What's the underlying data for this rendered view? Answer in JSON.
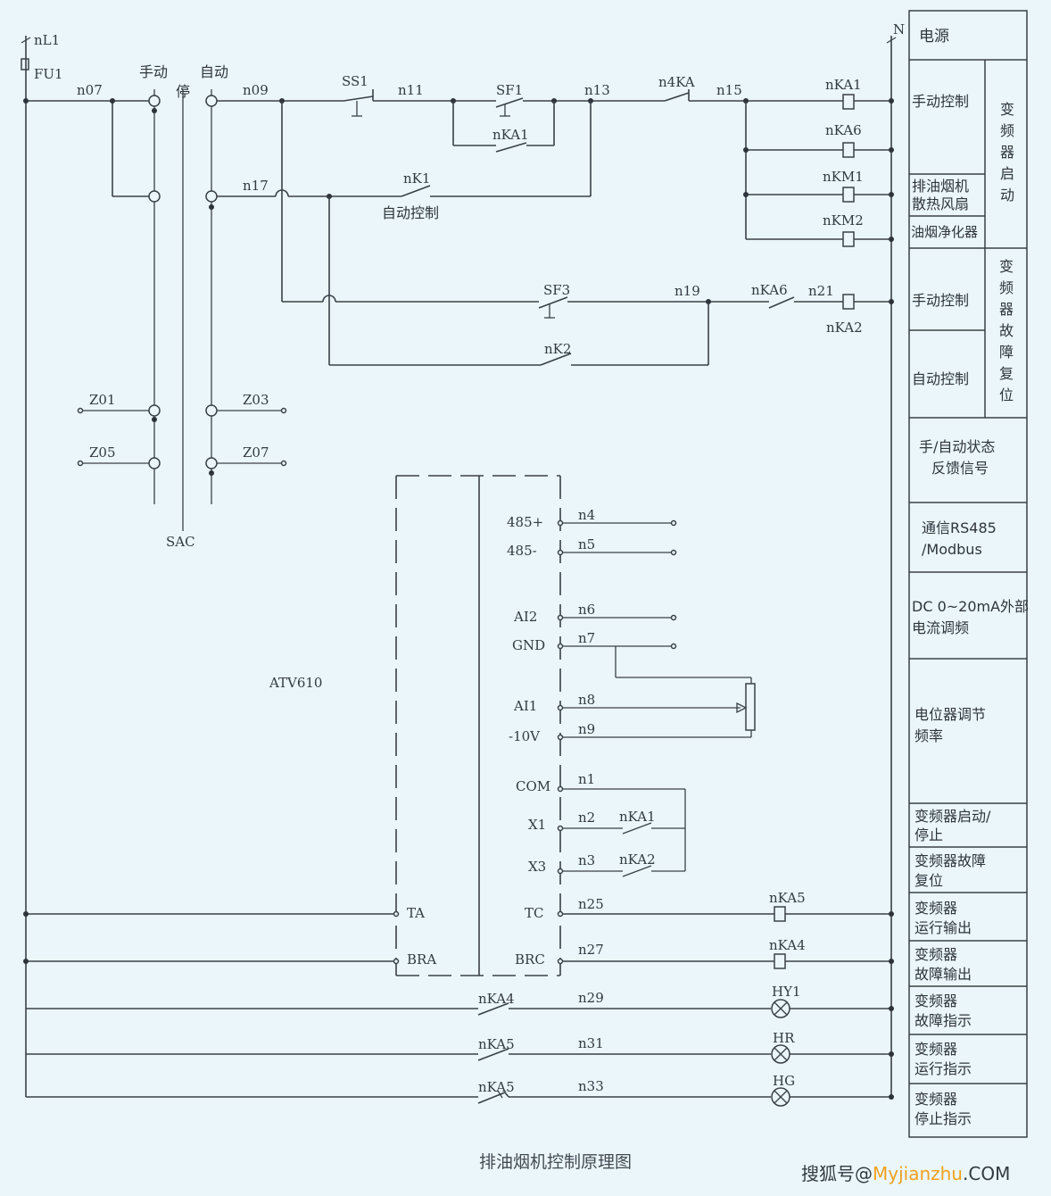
{
  "supply": {
    "phase": "nL1",
    "fuse": "FU1",
    "neutral": "N"
  },
  "switch": {
    "name": "SAC",
    "manual": "手动",
    "stop": "停",
    "auto": "自动"
  },
  "nodes": {
    "n07": "n07",
    "n09": "n09",
    "n11": "n11",
    "n13": "n13",
    "n15": "n15",
    "n17": "n17",
    "n19": "n19",
    "n21": "n21",
    "n1": "n1",
    "n2": "n2",
    "n3": "n3",
    "n4": "n4",
    "n5": "n5",
    "n6": "n6",
    "n7": "n7",
    "n8": "n8",
    "n9": "n9",
    "n25": "n25",
    "n27": "n27",
    "n29": "n29",
    "n31": "n31",
    "n33": "n33"
  },
  "contacts": {
    "ss1": "SS1",
    "sf1": "SF1",
    "sf3": "SF3",
    "n4ka": "n4KA",
    "nka1_hold": "nKA1",
    "nk1": "nK1",
    "nk2": "nK2",
    "nka6_c": "nKA6",
    "nka1_x1": "nKA1",
    "nka2_x3": "nKA2",
    "nka4_lamp": "nKA4",
    "nka5_lamp": "nKA5",
    "nka5_lamp2": "nKA5"
  },
  "auto_control_note": "自动控制",
  "coils": {
    "nka1": "nKA1",
    "nka6": "nKA6",
    "nkm1": "nKM1",
    "nkm2": "nKM2",
    "nka2": "nKA2",
    "nka5": "nKA5",
    "nka4": "nKA4"
  },
  "lamps": {
    "hy1": "HY1",
    "hr": "HR",
    "hg": "HG"
  },
  "outputs": {
    "z01": "Z01",
    "z03": "Z03",
    "z05": "Z05",
    "z07": "Z07"
  },
  "vfd": {
    "model": "ATV610",
    "terminals": {
      "p485": "485+",
      "m485": "485-",
      "ai2": "AI2",
      "gnd": "GND",
      "ai1": "AI1",
      "m10v": "-10V",
      "com": "COM",
      "x1": "X1",
      "x3": "X3",
      "tc": "TC",
      "brc": "BRC",
      "ta": "TA",
      "bra": "BRA"
    }
  },
  "legend": {
    "power": "电源",
    "manual_control_1": "手动控制",
    "fan": "排油烟机散热风扇",
    "purifier": "油烟净化器",
    "group_start": "变频器启动",
    "manual_control_2": "手动控制",
    "auto_control": "自动控制",
    "group_reset": "变频器故障复位",
    "feedback": "手/自动状态反馈信号",
    "comm": "通信RS485/Modbus",
    "dc": "DC 0~20mA外部电流调频",
    "pot": "电位器调节频率",
    "vfd_start_stop": "变频器启动/停止",
    "vfd_reset": "变频器故障复位",
    "run_out": "变频器运行输出",
    "fault_out": "变频器故障输出",
    "fault_ind": "变频器故障指示",
    "run_ind": "变频器运行指示",
    "stop_ind": "变频器停止指示"
  },
  "caption": "排油烟机控制原理图",
  "watermark": {
    "prefix": "搜狐号@",
    "site": "Myjianzhu",
    "suffix": ".COM"
  }
}
